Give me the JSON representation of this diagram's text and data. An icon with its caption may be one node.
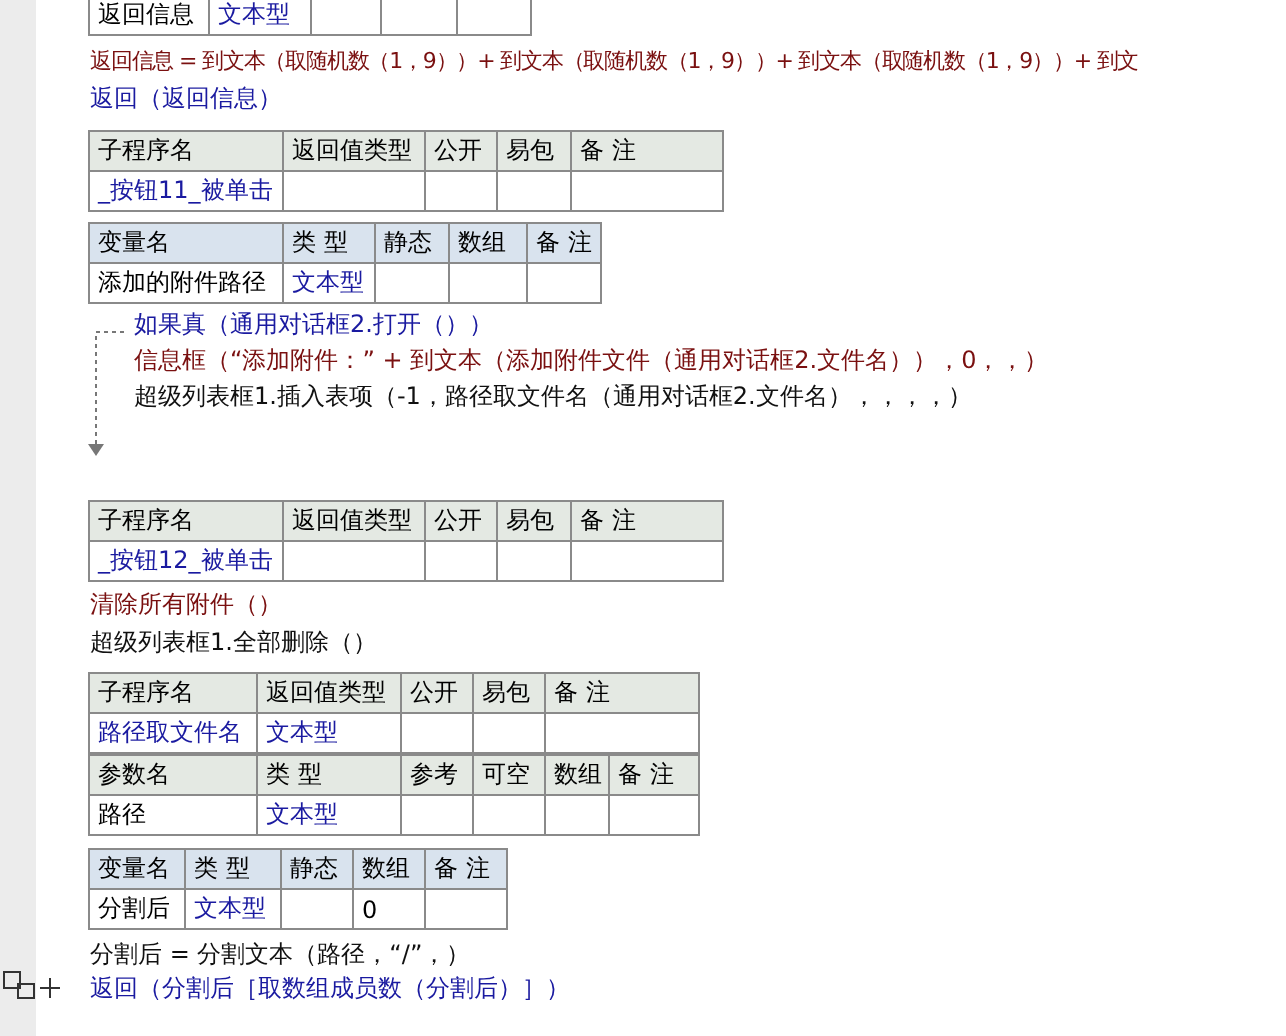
{
  "diagram": {
    "labels": [
      "返回信息",
      "文本型",
      "返回信息 = 到文本（取随机数（1，9））+ 到文本（取随机数（1，9））+ 到文本（取随机数（1，9））+ 到文",
      "返回（返回信息）",
      "子程序名",
      "返回值类型",
      "公开",
      "易包",
      "备 注",
      "_按钮11_被单击",
      "变量名",
      "类 型",
      "静态",
      "数组",
      "备 注",
      "添加的附件路径",
      "文本型",
      "如果真（通用对话框2.打开（））",
      "信息框（“添加附件：” + 到文本（添加附件文件（通用对话框2.文件名）），0，，）",
      "超级列表框1.插入表项（-1，路径取文件名（通用对话框2.文件名），，，，）",
      "子程序名",
      "返回值类型",
      "公开",
      "易包",
      "备 注",
      "_按钮12_被单击",
      "清除所有附件（）",
      "超级列表框1.全部删除（）",
      "子程序名",
      "返回值类型",
      "公开",
      "易包",
      "备 注",
      "路径取文件名",
      "文本型",
      "参数名",
      "类 型",
      "参考",
      "可空",
      "数组",
      "备 注",
      "路径",
      "文本型",
      "变量名",
      "类 型",
      "静态",
      "数组",
      "备 注",
      "分割后",
      "文本型",
      "0",
      "分割后 = 分割文本（路径，“/”，）",
      "返回（分割后［取数组成员数（分割后）］）"
    ]
  }
}
